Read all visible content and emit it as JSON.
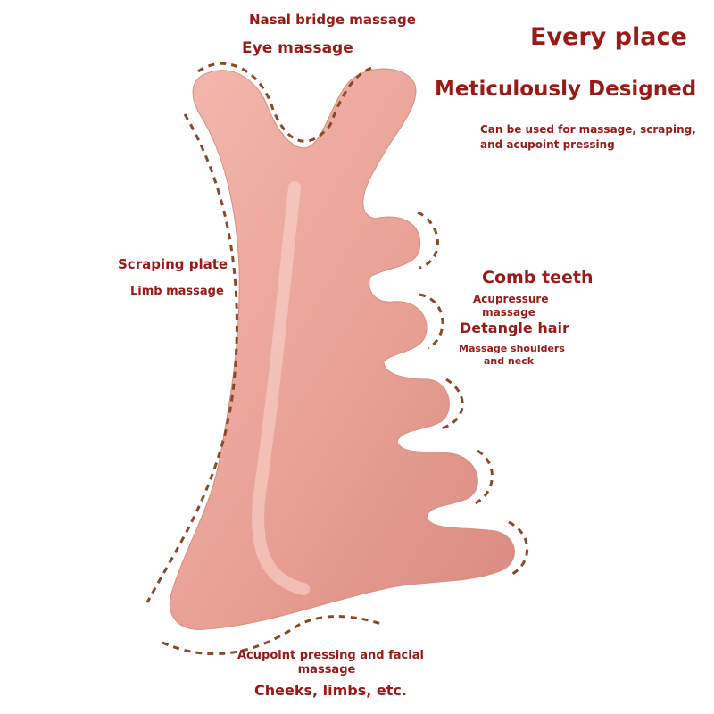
{
  "headline": {
    "line1": "Every place",
    "line2": "Meticulously Designed",
    "sub1": "Can be used for massage, scraping,",
    "sub2": "and acupoint pressing"
  },
  "labels": {
    "nasal": "Nasal bridge massage",
    "eye": "Eye massage",
    "scraping": "Scraping plate",
    "limb": "Limb massage",
    "comb": "Comb teeth",
    "acupressure1": "Acupressure",
    "acupressure2": "massage",
    "detangle": "Detangle hair",
    "shoulders1": "Massage shoulders",
    "shoulders2": "and neck",
    "acupoint1": "Acupoint pressing and facial",
    "acupoint2": "massage",
    "cheeks": "Cheeks, limbs, etc."
  },
  "colors": {
    "text": "#9a1a17",
    "dash": "#8a4a2a",
    "tool": "#eaa297"
  }
}
